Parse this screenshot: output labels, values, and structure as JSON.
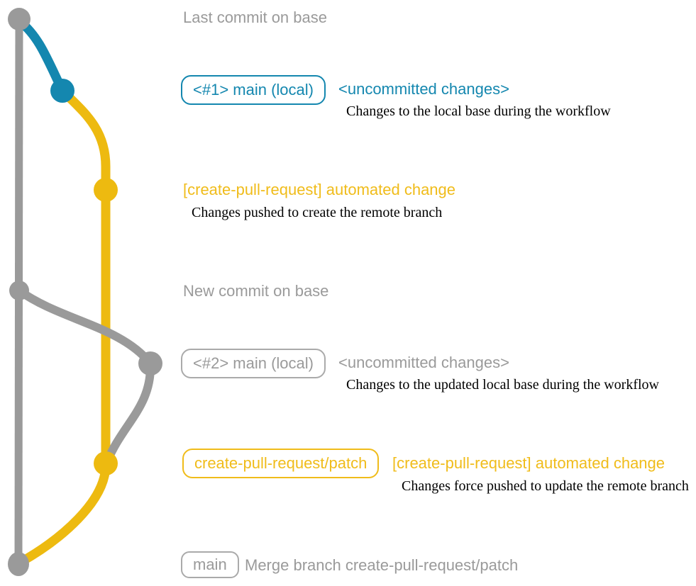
{
  "colors": {
    "gray": "#9a9a9a",
    "gray_border": "#aaaaaa",
    "blue": "#1487af",
    "yellow": "#edba10",
    "yellow_text": "#f0bc1a"
  },
  "annotations": {
    "last_commit": "Last commit on base",
    "badge_main_local_1": "<#1> main (local)",
    "uncommitted_1": "<uncommitted changes>",
    "desc_uncommitted_1": "Changes to the local base during the workflow",
    "automated_change_1": "[create-pull-request] automated change",
    "desc_automated_1": "Changes pushed to create the remote branch",
    "new_commit": "New commit on base",
    "badge_main_local_2": "<#2> main (local)",
    "uncommitted_2": "<uncommitted changes>",
    "desc_uncommitted_2": "Changes to the updated local base during the workflow",
    "badge_patch_branch": "create-pull-request/patch",
    "automated_change_2": "[create-pull-request] automated change",
    "desc_automated_2": "Changes force pushed to update the remote branch",
    "badge_main": "main",
    "merge_message": "Merge branch create-pull-request/patch"
  }
}
